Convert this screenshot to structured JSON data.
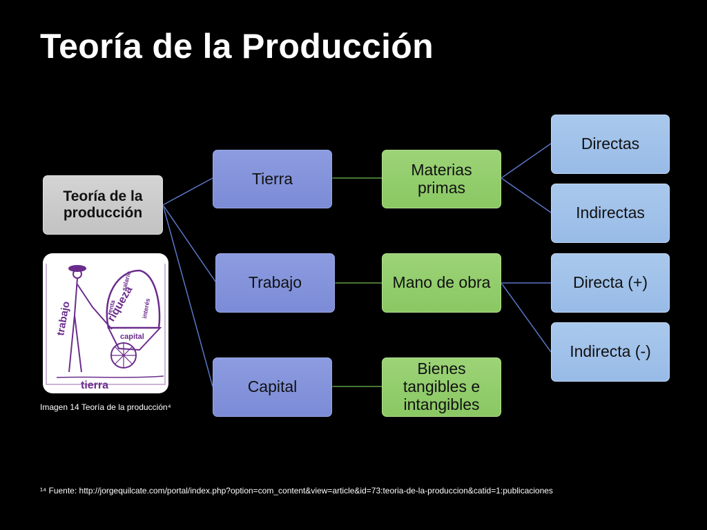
{
  "title": "Teoría de la Producción",
  "diagram": {
    "root": "Teoría de la\nproducción",
    "factors": [
      "Tierra",
      "Trabajo",
      "Capital"
    ],
    "resources": [
      "Materias\nprimas",
      "Mano de obra",
      "Bienes\ntangibles e\nintangibles"
    ],
    "types": [
      "Directas",
      "Indirectas",
      "Directa (+)",
      "Indirecta (-)"
    ]
  },
  "image": {
    "words": [
      "trabajo",
      "renta",
      "salario",
      "riqueza",
      "interés",
      "capital",
      "tierra"
    ]
  },
  "caption": "Imagen 14 Teoría de la producción⁴",
  "footnote": "¹⁴ Fuente: http://jorgequilcate.com/portal/index.php?option=com_content&view=article&id=73:teoria-de-la-produccion&catid=1:publicaciones",
  "colors": {
    "background": "#000000",
    "root": "#c8c8c8",
    "factor": "#7f8fd8",
    "resource": "#92cc6c",
    "type": "#a0c1ea",
    "illustration": "#6a2c8c"
  }
}
